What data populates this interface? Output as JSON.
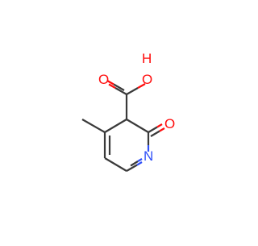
{
  "molecule": {
    "atom_labels": {
      "hydroxyl_O": "O",
      "hydroxyl_H": "H",
      "carbonyl_O_acid": "O",
      "ketone_O": "O",
      "ring_N": "N"
    },
    "colors": {
      "bond": "#3a3a3a",
      "oxygen": "#ff0d0d",
      "nitrogen": "#3050f8"
    }
  }
}
